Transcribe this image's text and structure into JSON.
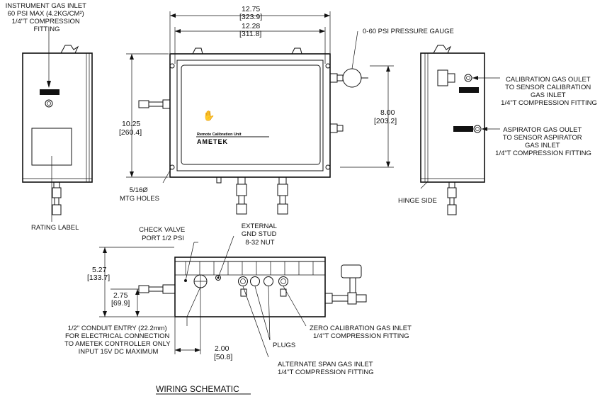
{
  "labels": {
    "inst_gas_inlet": [
      "INSTRUMENT GAS INLET",
      "60 PSI MAX (4.2KG/CM²)",
      "1/4\"T COMPRESSION",
      "FITTING"
    ],
    "rating_label": "RATING LABEL",
    "pressure_gauge": "0-60 PSI PRESSURE GAUGE",
    "mtg_holes": [
      "5/16Ø",
      "MTG HOLES"
    ],
    "cal_gas": [
      "CALIBRATION GAS OULET",
      "TO SENSOR CALIBRATION",
      "GAS INLET",
      "1/4\"T COMPRESSION FITTING"
    ],
    "asp_gas": [
      "ASPIRATOR GAS OULET",
      "TO SENSOR ASPIRATOR",
      "GAS INLET",
      "1/4\"T COMPRESSION FITTING"
    ],
    "hinge_side": "HINGE SIDE",
    "check_valve": [
      "CHECK VALVE",
      "PORT 1/2 PSI"
    ],
    "gnd_stud": [
      "EXTERNAL",
      "GND STUD",
      "8-32 NUT"
    ],
    "conduit": [
      "1/2\" CONDUIT ENTRY (22.2mm)",
      "FOR ELECTRICAL CONNECTION",
      "TO AMETEK CONTROLLER ONLY",
      "INPUT 15V DC MAXIMUM"
    ],
    "zero_cal": [
      "ZERO CALIBRATION GAS INLET",
      "1/4\"T COMPRESSION FITTING"
    ],
    "plugs": "PLUGS",
    "alt_span": [
      "ALTERNATE SPAN GAS INLET",
      "1/4\"T COMPRESSION FITTING"
    ],
    "wiring_schematic": "WIRING SCHEMATIC",
    "panel_title": "Remote Calibration Unit",
    "brand": "AMETEK"
  },
  "dimensions": {
    "overall_width": [
      "12.75",
      "[323.9]"
    ],
    "mount_width": [
      "12.28",
      "[311.8]"
    ],
    "overall_height": [
      "10.25",
      "[260.4]"
    ],
    "mount_height": [
      "8.00",
      "[203.2]"
    ],
    "depth": [
      "5.27",
      "[133.7]"
    ],
    "fitting_height": [
      "2.75",
      "[69.9]"
    ],
    "conduit_offset": [
      "2.00",
      "[50.8]"
    ]
  }
}
